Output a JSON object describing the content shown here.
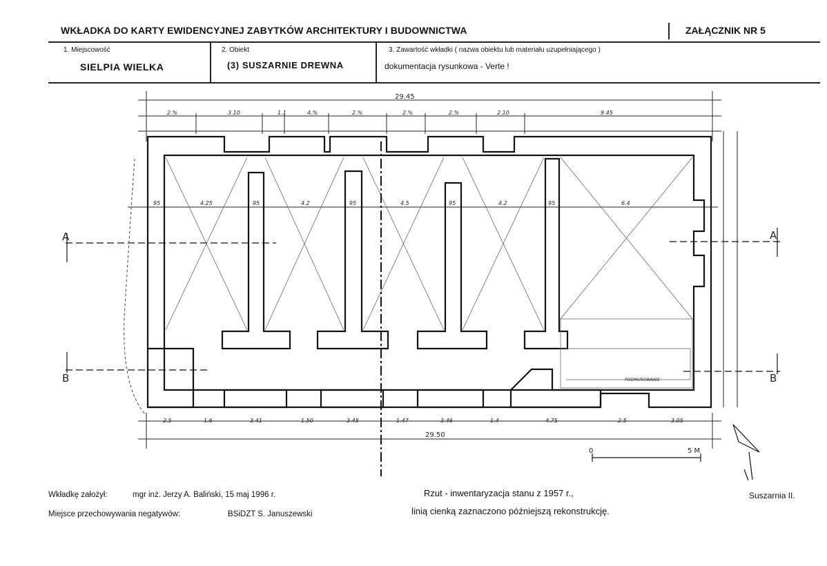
{
  "header": {
    "title": "WKŁADKA DO KARTY EWIDENCYJNEJ ZABYTKÓW ARCHITEKTURY I BUDOWNICTWA",
    "annex": "ZAŁĄCZNIK NR 5"
  },
  "fields": {
    "locality_label": "1. Miejscowość",
    "locality_value": "SIELPIA WIELKA",
    "object_label": "2. Obiekt",
    "object_value": "(3) SUSZARNIE DREWNA",
    "contents_label": "3. Zawartość wkładki ( nazwa obiektu lub materiału uzupełniającego )",
    "contents_value": "dokumentacja rysunkowa - Verte !"
  },
  "drawing": {
    "total_top": "29.45",
    "total_bottom": "29.50",
    "top_segments": [
      "2.%",
      "3.10",
      "1.1",
      "4.%",
      "2.%",
      "2.%",
      "2.%",
      "2.10",
      "9.45"
    ],
    "bottom_segments": [
      "2.5",
      "1.6",
      "3.41",
      "1.50",
      "3.45",
      "1.47",
      "3.46",
      "1.4",
      "4.75",
      "2.5",
      "3.05"
    ],
    "mid_segments": [
      "95",
      "4.25",
      "95",
      "4.2",
      "95",
      "4.5",
      "95",
      "4.2",
      "95",
      "6.4"
    ],
    "section_a": "A",
    "section_b": "B",
    "scale_start": "0",
    "scale_end": "5 M",
    "room_note": "PODMUROWANIE"
  },
  "footer": {
    "founder_label": "Wkładkę założył:",
    "founder_value": "mgr inż. Jerzy A. Baliński, 15 maj 1996 r.",
    "storage_label": "Miejsce przechowywania negatywów:",
    "storage_value": "BSiDZT S. Januszewski",
    "caption_line1": "Rzut - inwentaryzacja stanu z 1957 r.,",
    "caption_line2": "linią cienką zaznaczono późniejszą rekonstrukcję.",
    "sheet_name": "Suszarnia II."
  }
}
